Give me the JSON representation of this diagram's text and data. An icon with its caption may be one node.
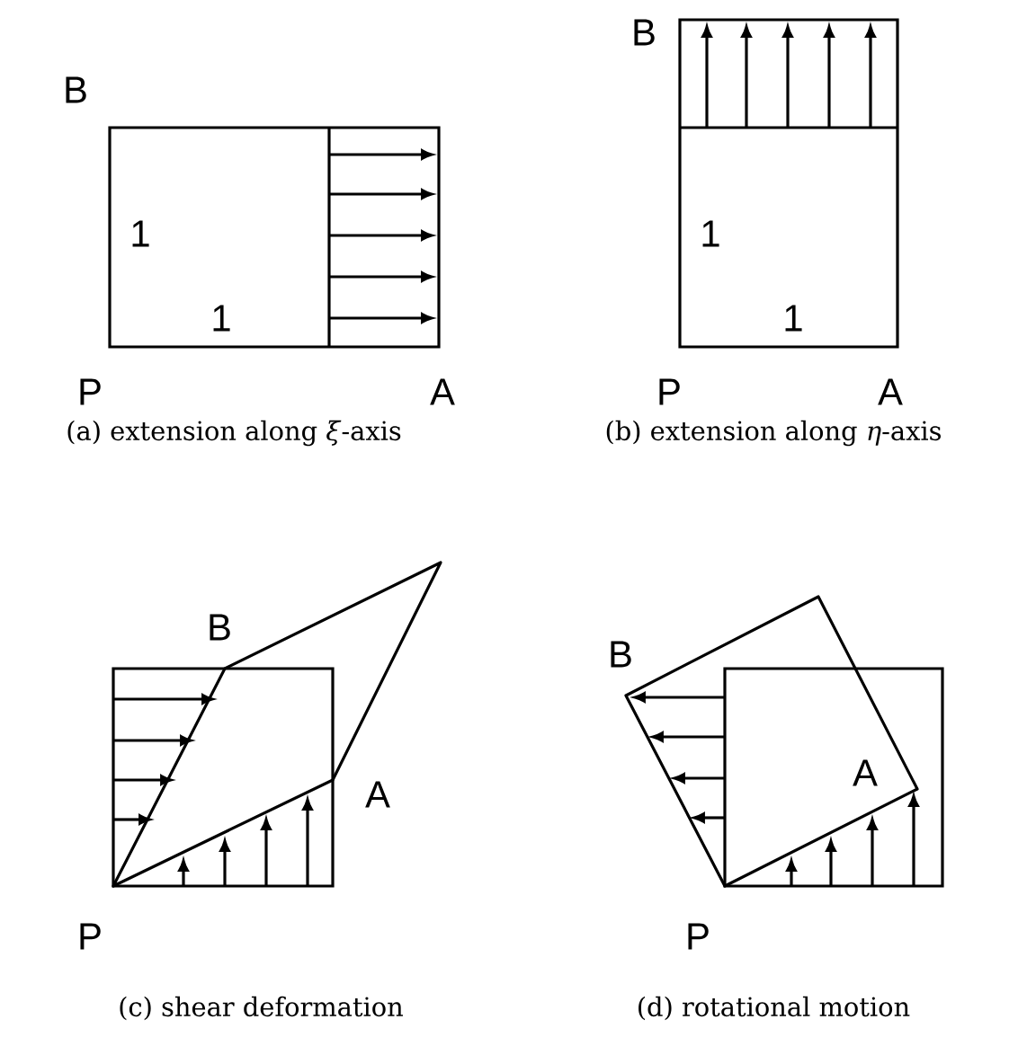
{
  "diagram": {
    "labels": [
      "B",
      "1",
      "1",
      "P",
      "A",
      "B",
      "1",
      "1",
      "P",
      "A",
      "(a) extension along *ξ*-axis",
      "(b) extension along *η*-axis",
      "B",
      "A",
      "P",
      "(c) shear deformation",
      "B",
      "A",
      "P",
      "(d) rotational motion"
    ]
  }
}
